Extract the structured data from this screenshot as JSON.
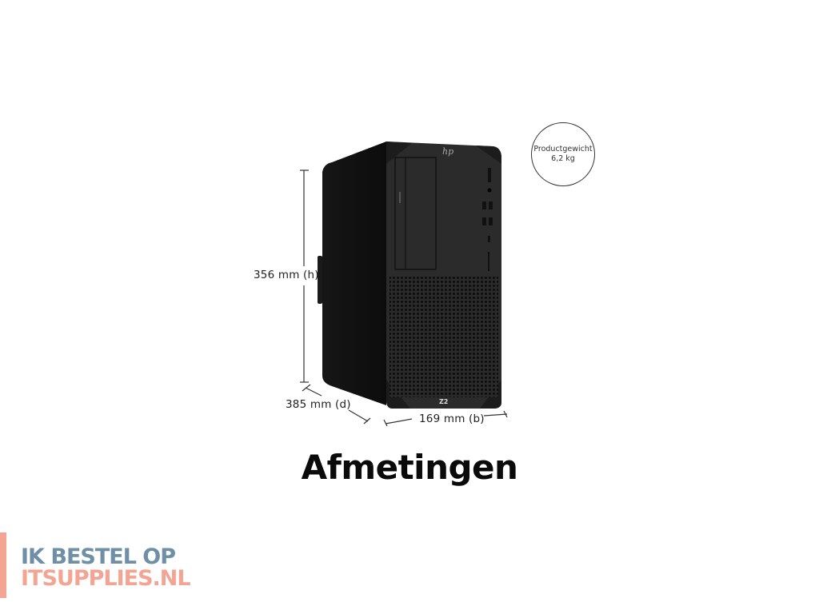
{
  "product": {
    "brand_logo": "hp-logo",
    "model_badge": "Z2",
    "type": "tower-workstation"
  },
  "dimensions": {
    "height_label": "356 mm (h)",
    "depth_label": "385 mm (d)",
    "width_label": "169 mm (b)"
  },
  "weight": {
    "label": "Productgewicht",
    "value": "6,2 kg"
  },
  "title": "Afmetingen",
  "watermark": {
    "line1": "IK BESTEL OP",
    "line2": "ITSUPPLIES.NL",
    "colors": {
      "line1": "#6e8fa6",
      "line2": "#f4a493"
    }
  }
}
